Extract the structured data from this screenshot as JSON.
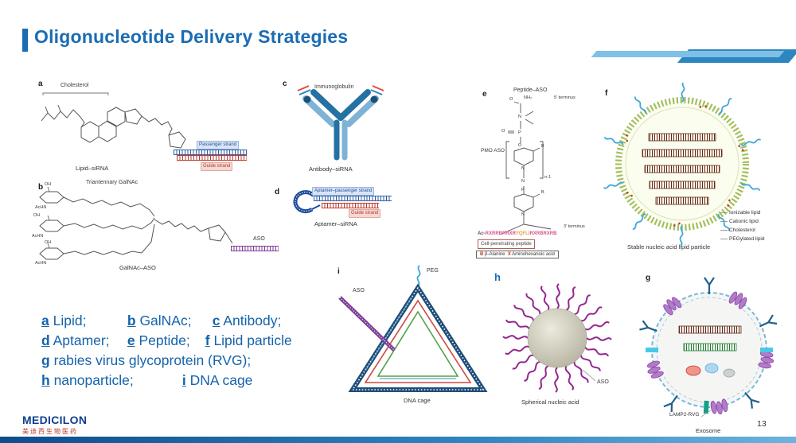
{
  "slide": {
    "title": "Oligonucleotide Delivery Strategies",
    "page_number": "13",
    "logo_name": "MEDICILON",
    "logo_subtitle": "美迪西生物医药"
  },
  "panels": {
    "a": {
      "letter": "a",
      "structure_label": "Cholesterol",
      "passenger_label": "Passenger strand",
      "guide_label": "Guide strand",
      "caption": "Lipid–siRNA"
    },
    "b": {
      "letter": "b",
      "structure_label": "Triantennary GalNAc",
      "oh_labels": [
        "OH",
        "OH",
        "OH"
      ],
      "achn_labels": [
        "AcHN",
        "AcHN",
        "AcHN"
      ],
      "aso_label": "ASO",
      "caption": "GalNAc–ASO"
    },
    "c": {
      "letter": "c",
      "structure_label": "Immunoglobulin",
      "caption": "Antibody–siRNA"
    },
    "d": {
      "letter": "d",
      "passenger_label": "Aptamer–passenger strand",
      "guide_label": "Guide strand",
      "caption": "Aptamer–siRNA"
    },
    "e": {
      "letter": "e",
      "title": "Peptide–ASO",
      "terminus_5": "5' terminus",
      "nh2": "NH₂",
      "pmo_label": "PMO ASO",
      "repeat_label": "n-1",
      "terminus_3": "3' terminus",
      "atoms": [
        "O",
        "N",
        "P",
        "O",
        "O",
        "B",
        "N",
        "N",
        "P",
        "B",
        "N"
      ],
      "sequence": [
        {
          "text": "Ac-",
          "color": "#555555"
        },
        {
          "text": "RXRRBRRXR",
          "color": "#d4548c"
        },
        {
          "text": "YQFLI",
          "color": "#e2a13c"
        },
        {
          "text": "RXRBRXRB",
          "color": "#d4548c"
        }
      ],
      "cpp_label": "Cell-penetrating peptide",
      "legend": [
        {
          "key": "B",
          "text": " β-Alanine"
        },
        {
          "key": "X",
          "text": " Aminohexanoic acid"
        }
      ]
    },
    "f": {
      "letter": "f",
      "legend": [
        "Ionizable lipid",
        "Cationic lipid",
        "Cholesterol",
        "PEGylated lipid"
      ],
      "caption": "Stable nucleic acid lipid particle"
    },
    "g": {
      "letter": "g",
      "caption_top": "LAMP2-RVG",
      "caption": "Exosome"
    },
    "h": {
      "letter": "h",
      "aso_label": "ASO",
      "caption": "Spherical nucleic acid"
    },
    "i": {
      "letter": "i",
      "peg_label": "PEG",
      "aso_label": "ASO",
      "caption": "DNA cage"
    }
  },
  "legend": {
    "lines": [
      {
        "segments": [
          {
            "key": "a",
            "text": " Lipid;"
          },
          {
            "key": "b",
            "text": " GalNAc;"
          },
          {
            "key": "c",
            "text": " Antibody;"
          }
        ]
      },
      {
        "segments": [
          {
            "key": "d",
            "text": " Aptamer;"
          },
          {
            "key": "e",
            "text": " Peptide;"
          },
          {
            "key": "f",
            "text": " Lipid particle"
          }
        ]
      },
      {
        "segments": [
          {
            "key": "g",
            "text": " rabies virus glycoprotein (RVG);"
          }
        ]
      },
      {
        "segments": [
          {
            "key": "h",
            "text": " nanoparticle;"
          },
          {
            "key": "i",
            "text": " DNA cage"
          }
        ]
      }
    ]
  },
  "colors": {
    "title_blue": "#1a6cb3",
    "legend_blue": "#1563ac",
    "passenger_blue": "#2e5fa3",
    "guide_red": "#c0392b",
    "aso_purple": "#7d3c98",
    "peg_blue": "#3fa7dc",
    "lipid_particle_green": "#a3bf5c",
    "sna_purple": "#93278f",
    "exosome_blue": "#7ab8dc"
  }
}
